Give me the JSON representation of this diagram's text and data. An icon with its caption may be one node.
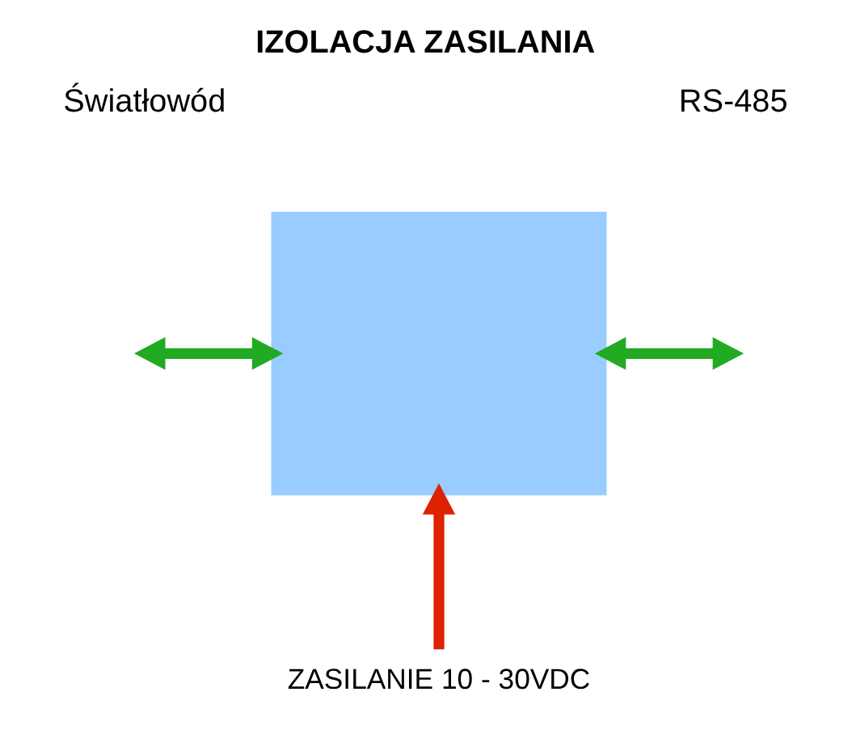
{
  "diagram": {
    "title": "IZOLACJA ZASILANIA",
    "nodes": [
      {
        "text": [],
        "shape": "box"
      },
      {
        "text": [
          "ZASILANIE 10 - 30VDC"
        ]
      }
    ],
    "edges": [
      {
        "from": null,
        "to": 0,
        "arrow": "both"
      },
      {
        "from": 0,
        "to": null,
        "arrow": "both"
      },
      {
        "from": 1,
        "to": 0,
        "arrow": "to",
        "color": "#dd2200"
      }
    ],
    "labels": [
      "Światłowód",
      "RS-485"
    ]
  }
}
